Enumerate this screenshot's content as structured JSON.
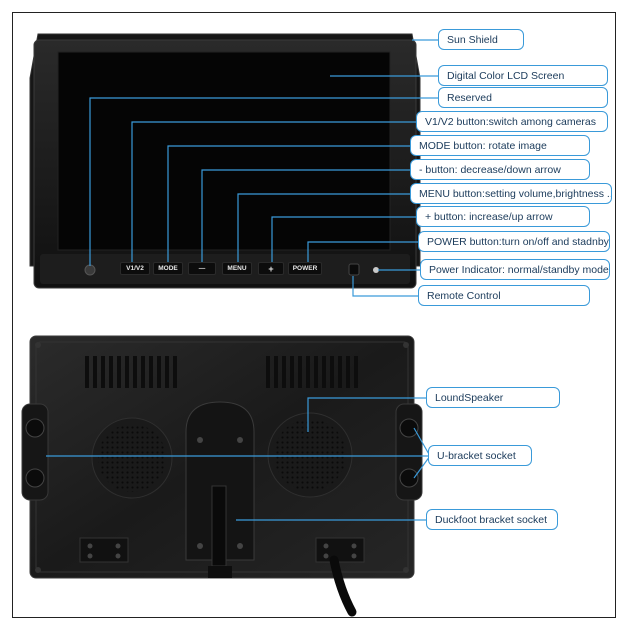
{
  "front_labels": {
    "sun_shield": "Sun Shield",
    "lcd_screen": "Digital Color LCD Screen",
    "reserved": "Reserved",
    "v1v2_button": "V1/V2 button:switch among cameras",
    "mode_button": "MODE button: rotate image",
    "minus_button": "- button: decrease/down arrow",
    "menu_button": "MENU button:setting volume,brightness ...",
    "plus_button": "+ button: increase/up arrow",
    "power_button": "POWER button:turn on/off and stadnby",
    "power_indicator": "Power Indicator: normal/standby mode",
    "remote_control": "Remote Control"
  },
  "back_labels": {
    "loudspeaker": "LoundSpeaker",
    "u_bracket": "U-bracket socket",
    "duckfoot": "Duckfoot bracket socket"
  },
  "monitor_buttons": {
    "v1v2": "V1/V2",
    "mode": "MODE",
    "minus": "—",
    "menu": "MENU",
    "plus": "+",
    "power": "POWER"
  },
  "colors": {
    "callout_line": "#3a9ad9",
    "callout_text": "#1a3a5a",
    "monitor_body": "#1c1c1c",
    "screen": "#050505"
  }
}
